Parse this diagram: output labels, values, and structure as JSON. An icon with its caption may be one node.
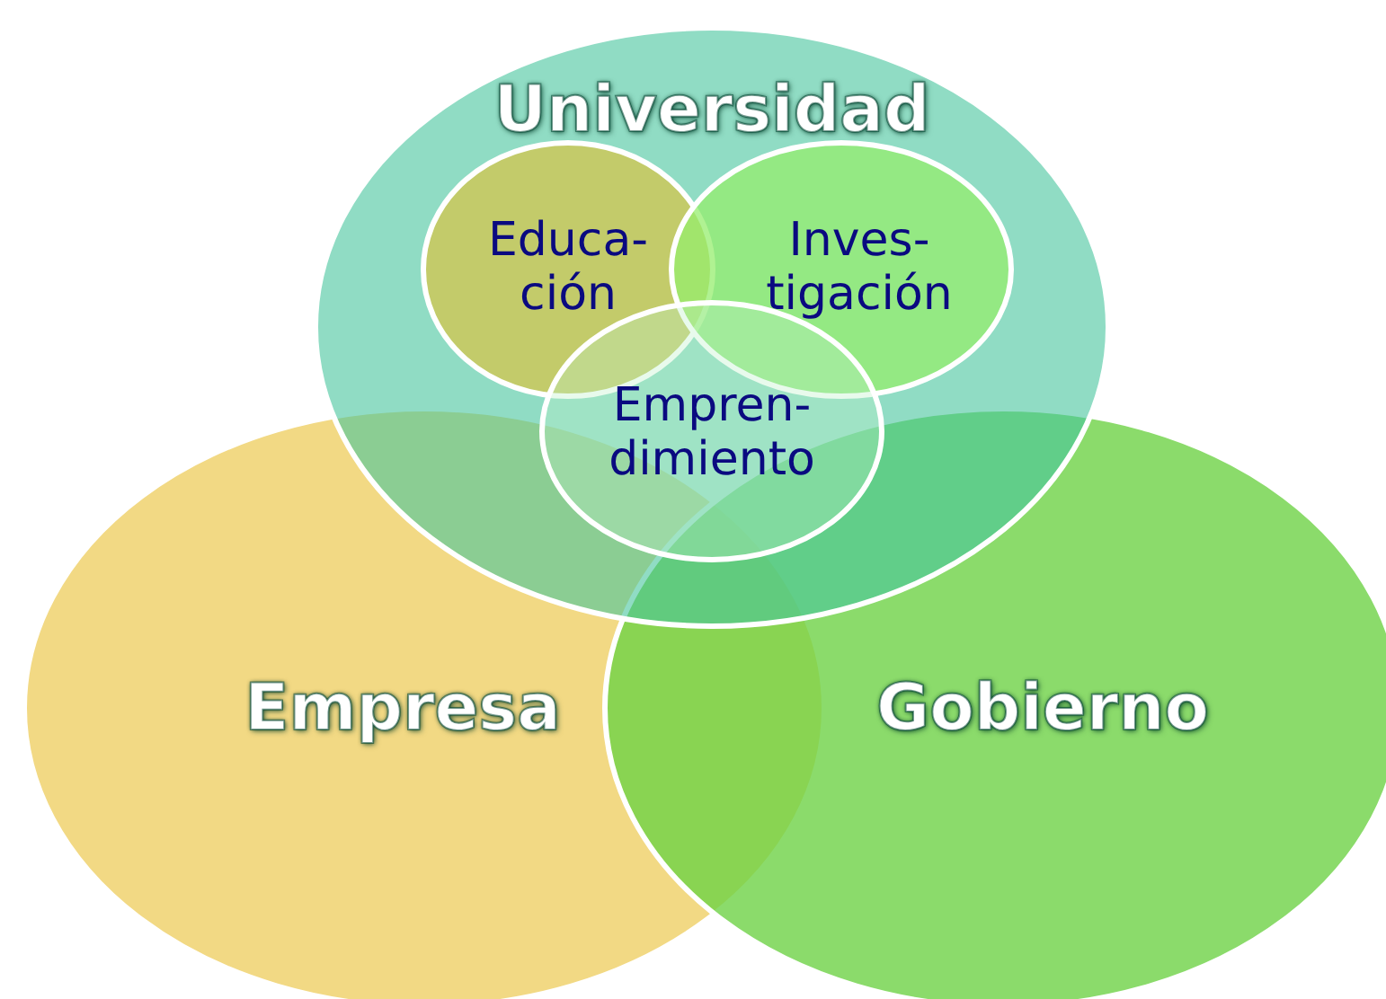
{
  "diagram": {
    "nodes": [
      {
        "text": [
          "Universidad"
        ]
      },
      {
        "text": [
          "Educa- ción"
        ],
        "in": 0
      },
      {
        "text": [
          "Inves- tigación"
        ],
        "in": 0
      },
      {
        "text": [
          "Empren- dimiento"
        ],
        "in": 0
      },
      {
        "text": [
          "Empresa"
        ]
      },
      {
        "text": [
          "Gobierno"
        ]
      }
    ]
  }
}
